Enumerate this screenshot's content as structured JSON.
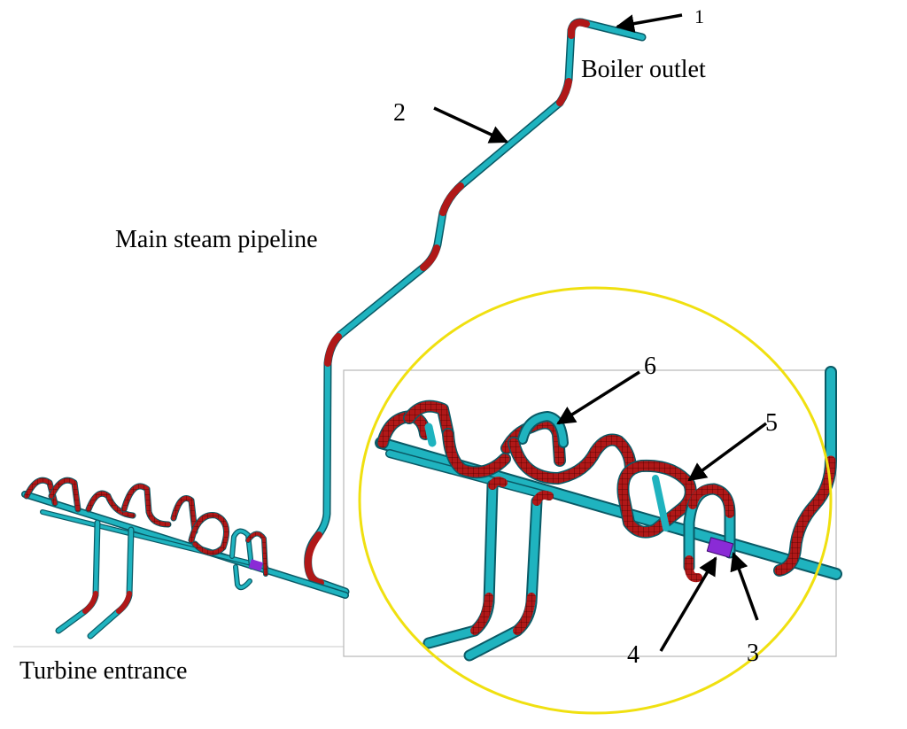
{
  "labels": {
    "boiler_outlet": "Boiler outlet",
    "main_steam_pipeline": "Main steam pipeline",
    "turbine_entrance": "Turbine entrance"
  },
  "callouts": [
    "1",
    "2",
    "3",
    "4",
    "5",
    "6"
  ],
  "colors": {
    "pipe": "#1fb3bf",
    "pipe_dark": "#0a5a66",
    "elbow": "#b01818",
    "elbow_mesh": "#4a0000",
    "junction": "#8a2bd6",
    "ellipse": "#f0e010",
    "frame": "#b8b8b8"
  }
}
